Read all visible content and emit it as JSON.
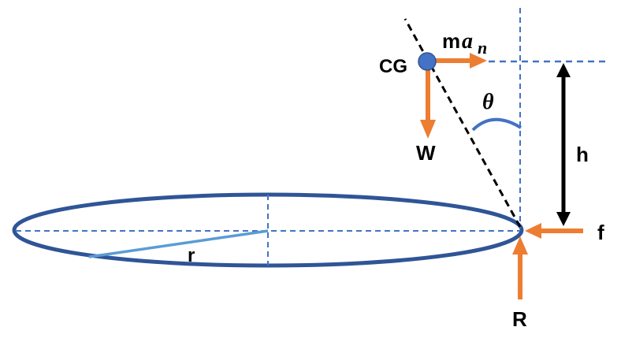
{
  "labels": {
    "cg": "CG",
    "m": "m",
    "a": "a",
    "n": "n",
    "theta": "θ",
    "weight": "W",
    "height": "h",
    "friction": "f",
    "reaction": "R",
    "radius": "r"
  },
  "colors": {
    "force_arrow": "#ed7d31",
    "hoop": "#4472c4",
    "hoop_edge": "#2f5597",
    "guide_dashed": "#4472c4",
    "radius_line": "#5b9bd5",
    "cg_dot": "#4472c4",
    "dimension_arrow": "#000000",
    "tilt_line": "#000000"
  }
}
